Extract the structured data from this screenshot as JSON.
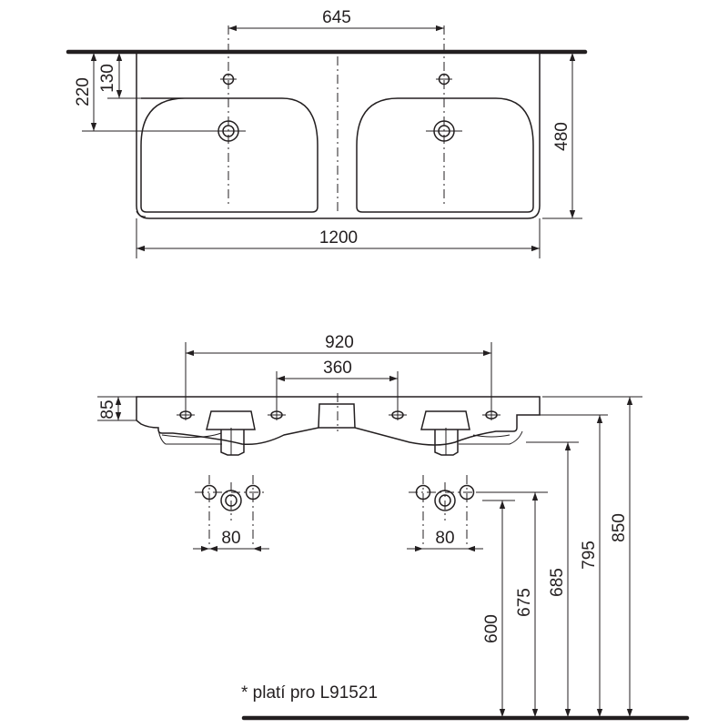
{
  "top_view": {
    "dim_645": "645",
    "dim_220": "220",
    "dim_130": "130",
    "dim_480": "480",
    "dim_1200": "1200"
  },
  "front_view": {
    "dim_920": "920",
    "dim_360": "360",
    "dim_85": "85",
    "dim_80_left": "80",
    "dim_80_right": "80",
    "dim_600": "600",
    "dim_675": "675",
    "dim_685": "685",
    "dim_795": "795",
    "dim_850": "850"
  },
  "note": "* platí pro L91521"
}
